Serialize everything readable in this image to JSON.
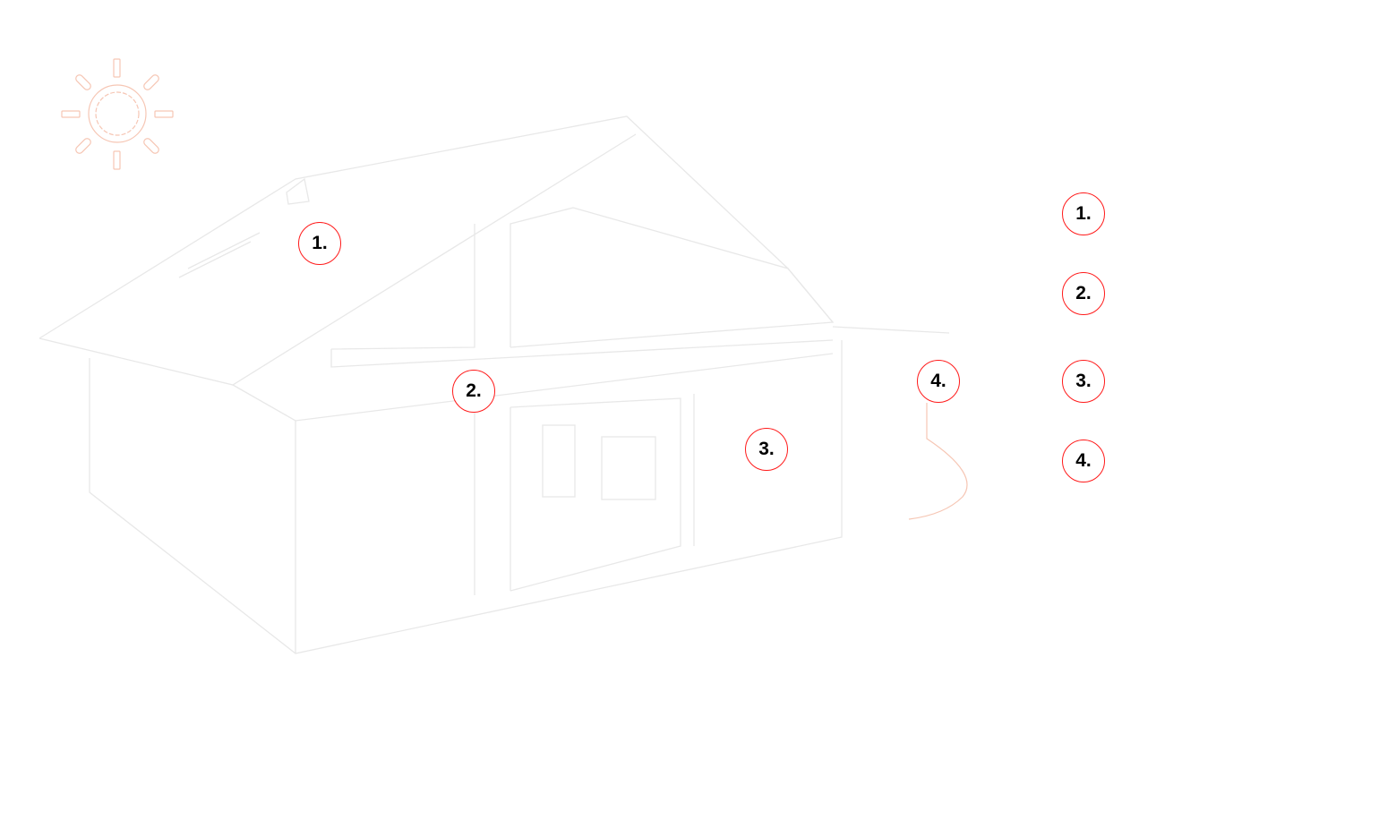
{
  "diagram": {
    "colors": {
      "marker_ring": "#ff1a1a",
      "sun": "#f6c6b4",
      "house_line": "#e6e6e6"
    },
    "house_markers": [
      {
        "label": "1."
      },
      {
        "label": "2."
      },
      {
        "label": "3."
      },
      {
        "label": "4."
      }
    ],
    "legend_markers": [
      {
        "label": "1."
      },
      {
        "label": "2."
      },
      {
        "label": "3."
      },
      {
        "label": "4."
      }
    ]
  }
}
